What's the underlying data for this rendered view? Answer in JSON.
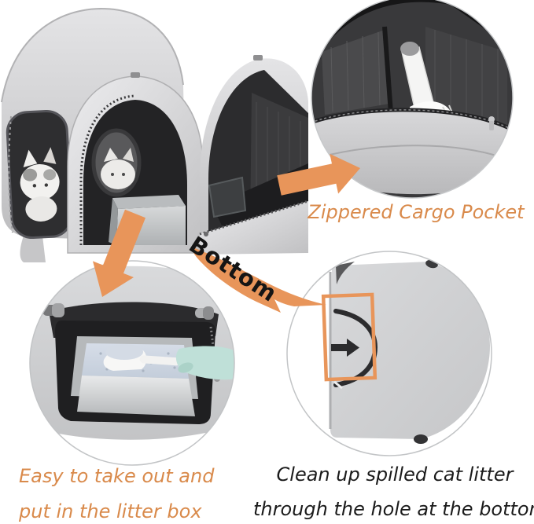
{
  "colors": {
    "accent_orange": "#E8955A",
    "caption_orange": "#D98A4B",
    "text_black": "#1B1B1B"
  },
  "captions": {
    "zippered_cargo_pocket": "Zippered Cargo Pocket",
    "bottom": "Bottom",
    "easy_line1": "Easy to take out and",
    "easy_line2": "put in the litter box",
    "clean_line1": "Clean up spilled cat litter",
    "clean_line2": "through the hole at the bottom"
  }
}
